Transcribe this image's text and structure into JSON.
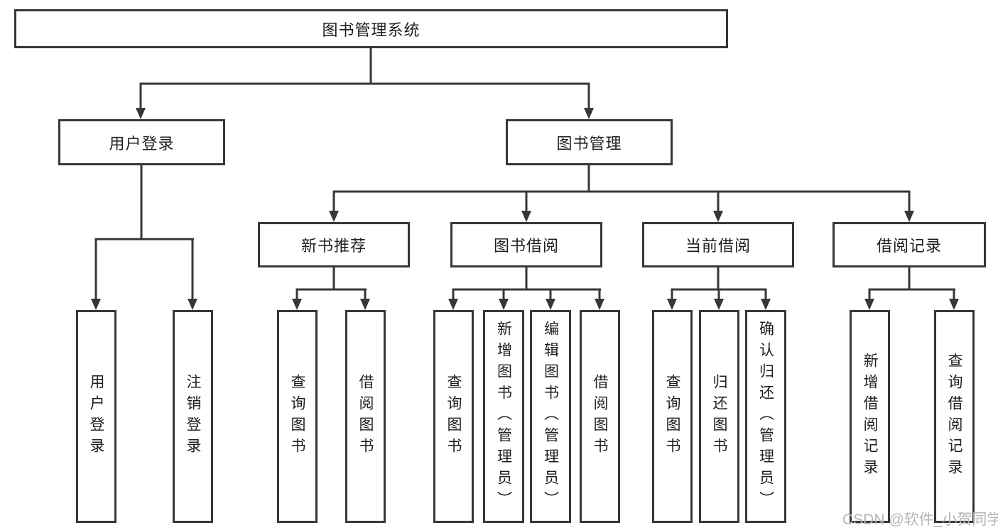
{
  "diagram": {
    "root": {
      "label": "图书管理系统"
    },
    "level2": [
      {
        "id": "user-login",
        "label": "用户登录"
      },
      {
        "id": "book-management",
        "label": "图书管理"
      }
    ],
    "level3": [
      {
        "id": "new-book-recommend",
        "label": "新书推荐"
      },
      {
        "id": "book-borrow",
        "label": "图书借阅"
      },
      {
        "id": "current-borrow",
        "label": "当前借阅"
      },
      {
        "id": "borrow-records",
        "label": "借阅记录"
      }
    ],
    "leaves": {
      "user_login": [
        "用户登录",
        "注销登录"
      ],
      "new_book_recommend": [
        "查询图书",
        "借阅图书"
      ],
      "book_borrow": [
        "查询图书",
        "新增图书（管理员）",
        "编辑图书（管理员）",
        "借阅图书"
      ],
      "current_borrow": [
        "查询图书",
        "归还图书",
        "确认归还（管理员）"
      ],
      "borrow_records": [
        "新增借阅记录",
        "查询借阅记录"
      ]
    }
  },
  "watermark": {
    "text": "CSDN @软件_小贺同学"
  },
  "colors": {
    "background": "#ffffff",
    "box_border": "#373737",
    "connector_line": "#373737",
    "text": "#1f1f1f",
    "watermark": "#b4b4b9"
  }
}
